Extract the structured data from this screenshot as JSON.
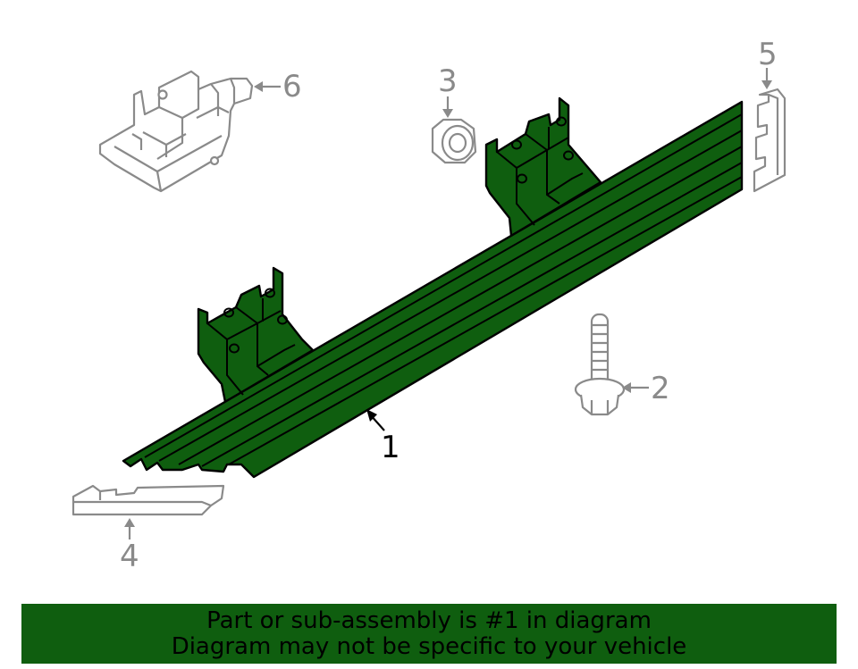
{
  "colors": {
    "highlight": "#0f5e0f",
    "outline_gray": "#8a8a8a",
    "outline_dark": "#000000",
    "banner_bg": "#0f5e0f"
  },
  "callouts": {
    "c1": "1",
    "c2": "2",
    "c3": "3",
    "c4": "4",
    "c5": "5",
    "c6": "6"
  },
  "banner": {
    "line1": "Part or sub-assembly is #1 in diagram",
    "line2": "Diagram may not be specific to your vehicle"
  }
}
